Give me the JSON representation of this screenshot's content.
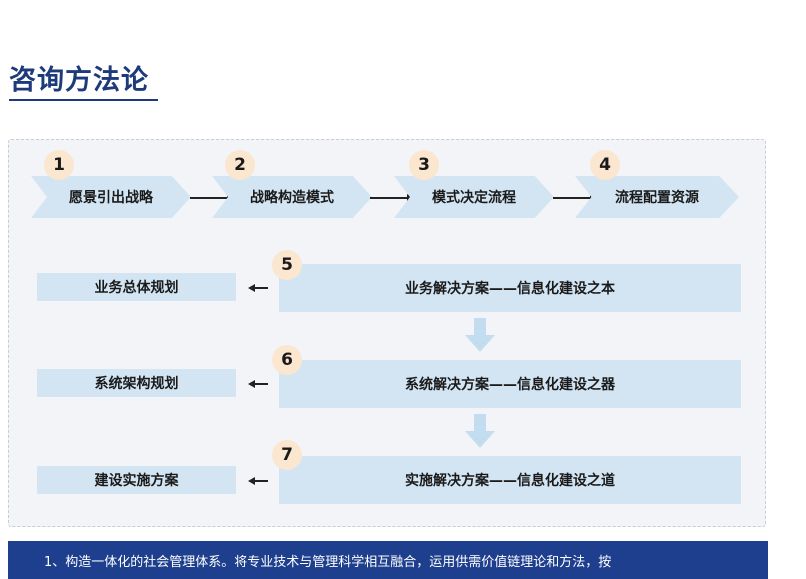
{
  "page_title": "咨询方法论",
  "steps": [
    {
      "num": "1",
      "label": "愿景引出战略"
    },
    {
      "num": "2",
      "label": "战略构造模式"
    },
    {
      "num": "3",
      "label": "模式决定流程"
    },
    {
      "num": "4",
      "label": "流程配置资源"
    }
  ],
  "solutions": [
    {
      "num": "5",
      "label": "业务解决方案——信息化建设之本",
      "left_label": "业务总体规划"
    },
    {
      "num": "6",
      "label": "系统解决方案——信息化建设之器",
      "left_label": "系统架构规划"
    },
    {
      "num": "7",
      "label": "实施解决方案——信息化建设之道",
      "left_label": "建设实施方案"
    }
  ],
  "footer_text": "1、构造一体化的社会管理体系。将专业技术与管理科学相互融合，运用供需价值链理论和方法，按",
  "colors": {
    "title": "#1d3a7a",
    "box_fill": "#d3e5f3",
    "number_circle": "#fbe6cf",
    "footer_bg": "#1e3f8e"
  }
}
